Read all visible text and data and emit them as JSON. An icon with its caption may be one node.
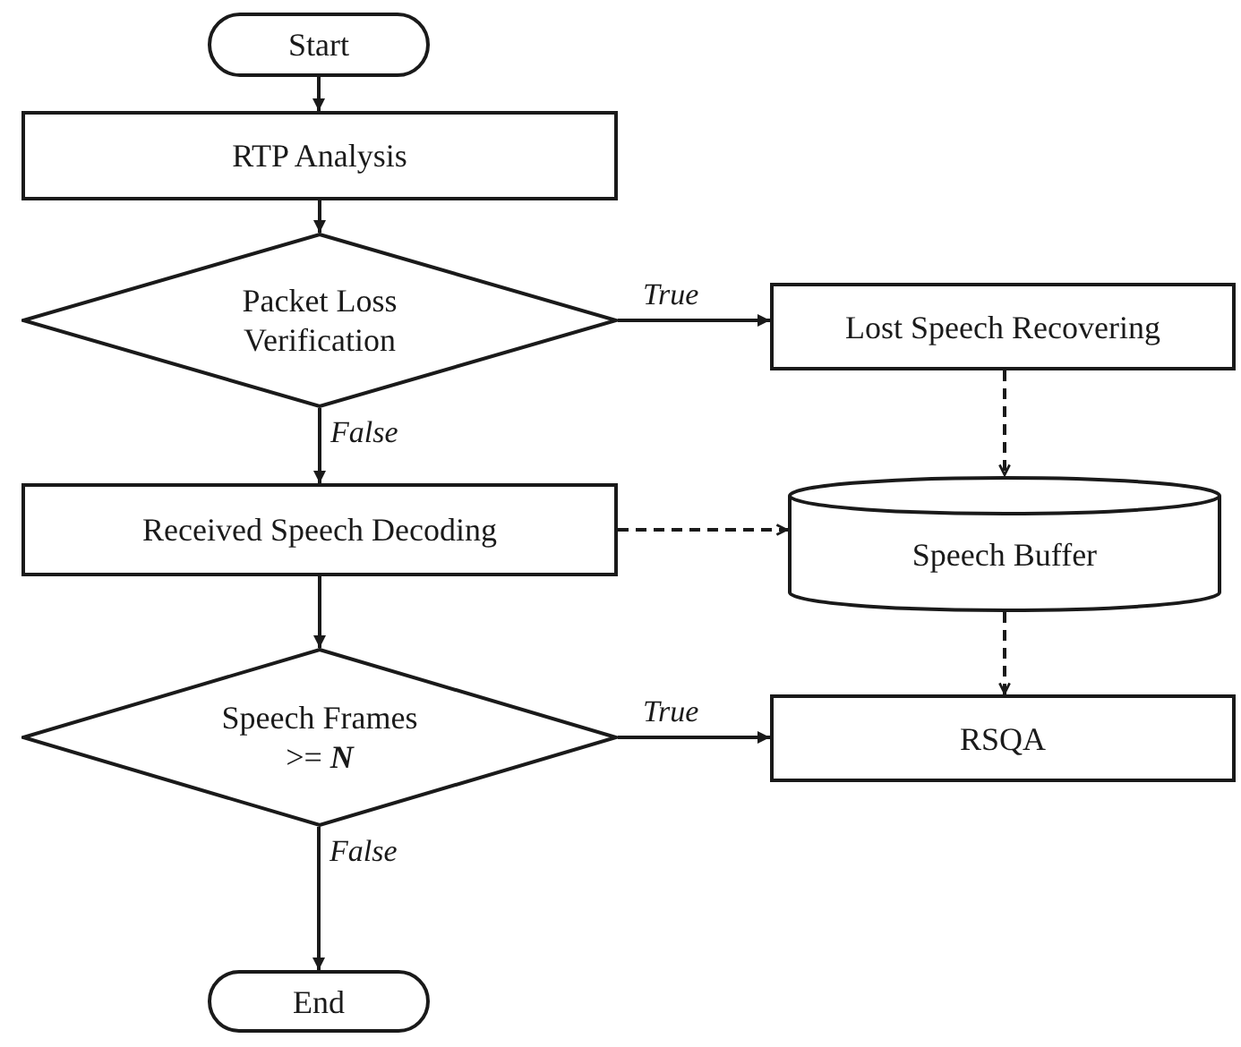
{
  "diagram": {
    "nodes": [
      {
        "text": [
          "Start"
        ]
      },
      {
        "text": [
          "RTP Analysis"
        ]
      },
      {
        "text": [
          "Packet Loss Verification"
        ]
      },
      {
        "text": [
          "Lost Speech Recovering"
        ]
      },
      {
        "text": [
          "Received Speech Decoding"
        ]
      },
      {
        "text": [
          "Speech Buffer"
        ]
      },
      {
        "text": [
          "Speech Frames >= **N**"
        ]
      },
      {
        "text": [
          "RSQA"
        ]
      },
      {
        "text": [
          "End"
        ]
      }
    ],
    "edges": [
      {
        "from": 0,
        "to": 1,
        "arrow": "to"
      },
      {
        "from": 1,
        "to": 2,
        "arrow": "to"
      },
      {
        "from": 2,
        "to": 3,
        "arrow": "to",
        "label": "True"
      },
      {
        "from": 2,
        "to": 4,
        "arrow": "to",
        "label": "False"
      },
      {
        "from": 3,
        "to": 5,
        "arrow": "to",
        "style": "dashed"
      },
      {
        "from": 4,
        "to": 5,
        "arrow": "to",
        "style": "dashed"
      },
      {
        "from": 5,
        "to": 7,
        "arrow": "to",
        "style": "dashed"
      },
      {
        "from": 4,
        "to": 6,
        "arrow": "to"
      },
      {
        "from": 6,
        "to": 7,
        "arrow": "to",
        "label": "True"
      },
      {
        "from": 6,
        "to": 8,
        "arrow": "to",
        "label": "False"
      }
    ]
  }
}
